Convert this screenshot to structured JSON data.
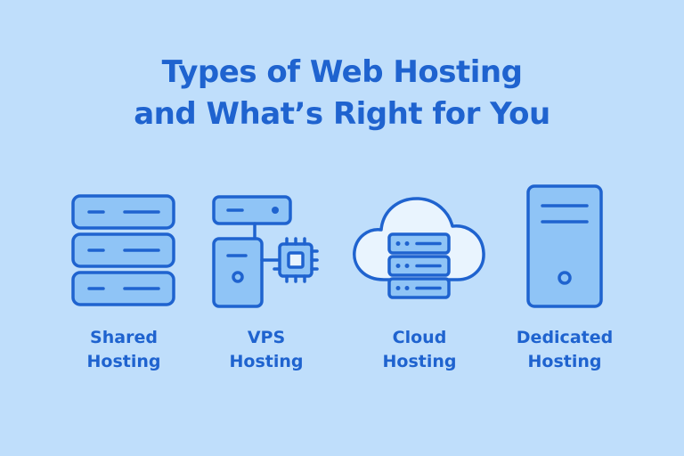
{
  "title": {
    "line1": "Types of Web Hosting",
    "line2": "and What’s Right for You"
  },
  "items": [
    {
      "icon": "server-stack-icon",
      "label_line1": "Shared",
      "label_line2": "Hosting"
    },
    {
      "icon": "vps-server-chip-icon",
      "label_line1": "VPS",
      "label_line2": "Hosting"
    },
    {
      "icon": "cloud-server-icon",
      "label_line1": "Cloud",
      "label_line2": "Hosting"
    },
    {
      "icon": "dedicated-tower-icon",
      "label_line1": "Dedicated",
      "label_line2": "Hosting"
    }
  ],
  "colors": {
    "background": "#bfdefb",
    "accent": "#1f63cf",
    "icon_fill": "#8fc4f6",
    "icon_fill_light": "#e9f4fe"
  }
}
